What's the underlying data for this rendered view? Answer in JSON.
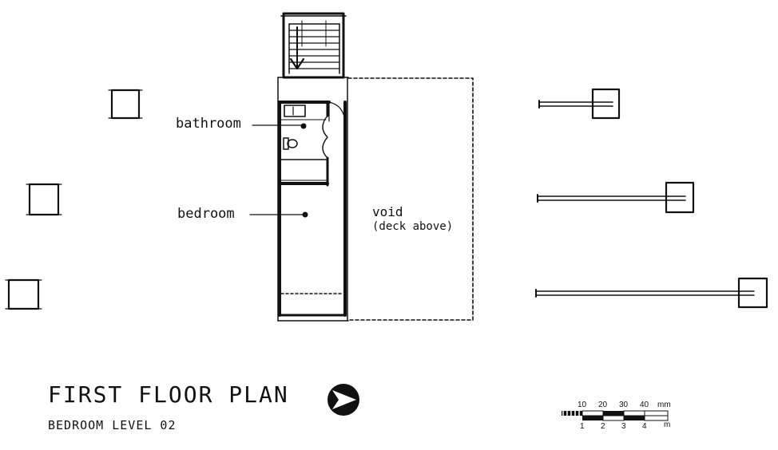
{
  "drawing": {
    "title": "FIRST FLOOR PLAN",
    "subtitle": "BEDROOM LEVEL 02",
    "rooms": {
      "bathroom": "bathroom",
      "bedroom": "bedroom",
      "void": "void",
      "void_note": "(deck above)"
    },
    "north_arrow_icon": "north-arrow-icon",
    "scale": {
      "top_ticks": [
        "10",
        "20",
        "30",
        "40"
      ],
      "top_unit": "mm",
      "bottom_ticks": [
        "1",
        "2",
        "3",
        "4"
      ],
      "bottom_unit": "m"
    }
  }
}
